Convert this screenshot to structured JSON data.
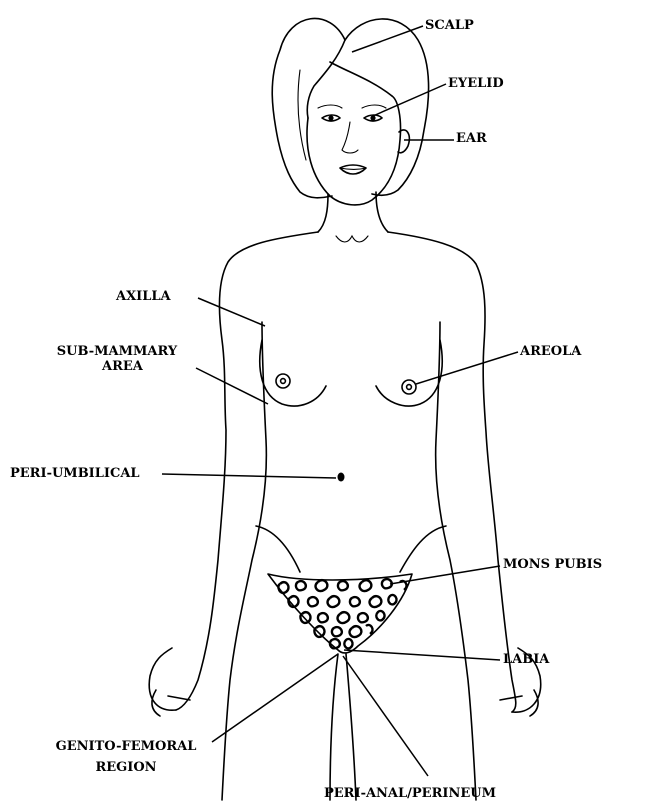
{
  "labels": {
    "scalp": "SCALP",
    "eyelid": "EYELID",
    "ear": "EAR",
    "axilla": "AXILLA",
    "sub_mammary_line1": "SUB-MAMMARY",
    "sub_mammary_line2": "AREA",
    "areola": "AREOLA",
    "peri_umbilical": "PERI-UMBILICAL",
    "mons_pubis": "MONS PUBIS",
    "labia": "LABIA",
    "genito_femoral_line1": "GENITO-FEMORAL",
    "genito_femoral_line2": "REGION",
    "peri_anal": "PERI-ANAL/PERINEUM"
  }
}
